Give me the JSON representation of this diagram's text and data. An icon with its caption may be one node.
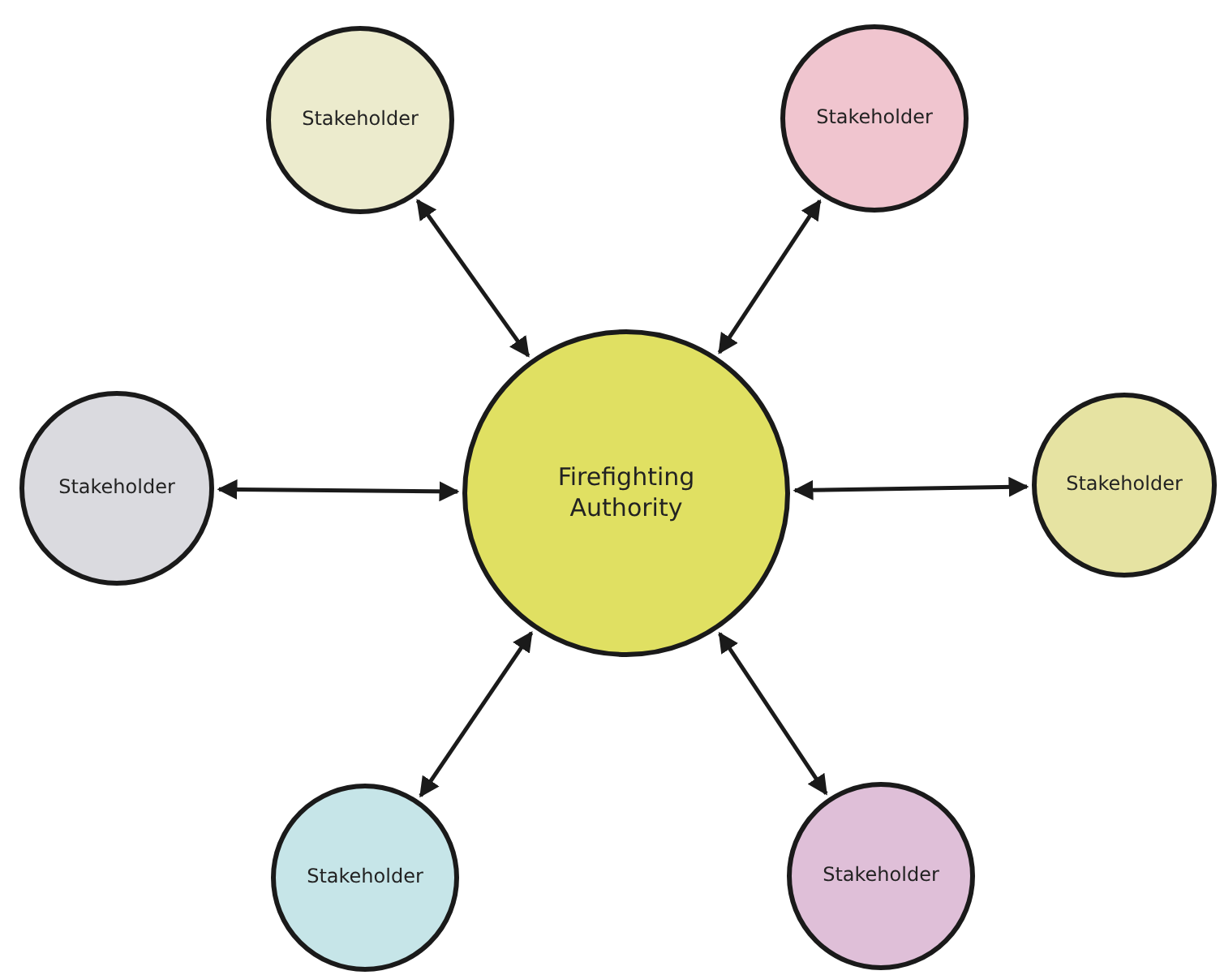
{
  "diagram": {
    "nodes": [
      {
        "text": [
          "Stakeholder"
        ]
      },
      {
        "text": [
          "Stakeholder"
        ]
      },
      {
        "text": [
          "Stakeholder"
        ]
      },
      {
        "text": [
          "Firefighting Authority"
        ]
      },
      {
        "text": [
          "Stakeholder"
        ]
      },
      {
        "text": [
          "Stakeholder"
        ]
      },
      {
        "text": [
          "Stakeholder"
        ]
      }
    ],
    "edges": [
      {
        "from": 3,
        "to": 0,
        "arrow": "both"
      },
      {
        "from": 3,
        "to": 1,
        "arrow": "both"
      },
      {
        "from": 3,
        "to": 2,
        "arrow": "both"
      },
      {
        "from": 3,
        "to": 4,
        "arrow": "both"
      },
      {
        "from": 3,
        "to": 5,
        "arrow": "both"
      },
      {
        "from": 3,
        "to": 6,
        "arrow": "both"
      }
    ]
  }
}
